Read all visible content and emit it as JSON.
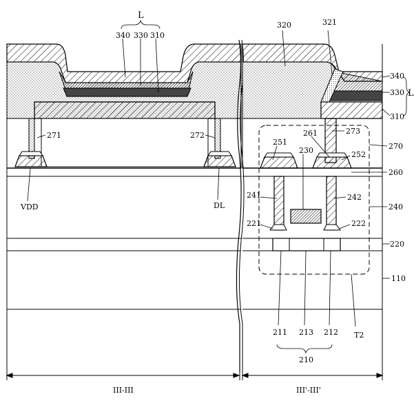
{
  "title": "",
  "labels": {
    "L_top": "L",
    "L_right": "L",
    "n340_top": "340",
    "n330_top": "330",
    "n310_top": "310",
    "n320_top": "320",
    "n321": "321",
    "n340_r": "340",
    "n330_r": "330",
    "n310_r": "310",
    "n271": "271",
    "n272": "272",
    "n261": "261",
    "n273": "273",
    "n270": "270",
    "n251": "251",
    "n230": "230",
    "n252": "252",
    "n260": "260",
    "n241": "241",
    "n242": "242",
    "n240": "240",
    "n221": "221",
    "n222": "222",
    "n220": "220",
    "n110": "110",
    "vdd": "VDD",
    "dl": "DL",
    "n211": "211",
    "n213": "213",
    "n212": "212",
    "t2": "T2",
    "n210": "210",
    "sec_left": "III-III",
    "sec_right": "III'-III'"
  }
}
